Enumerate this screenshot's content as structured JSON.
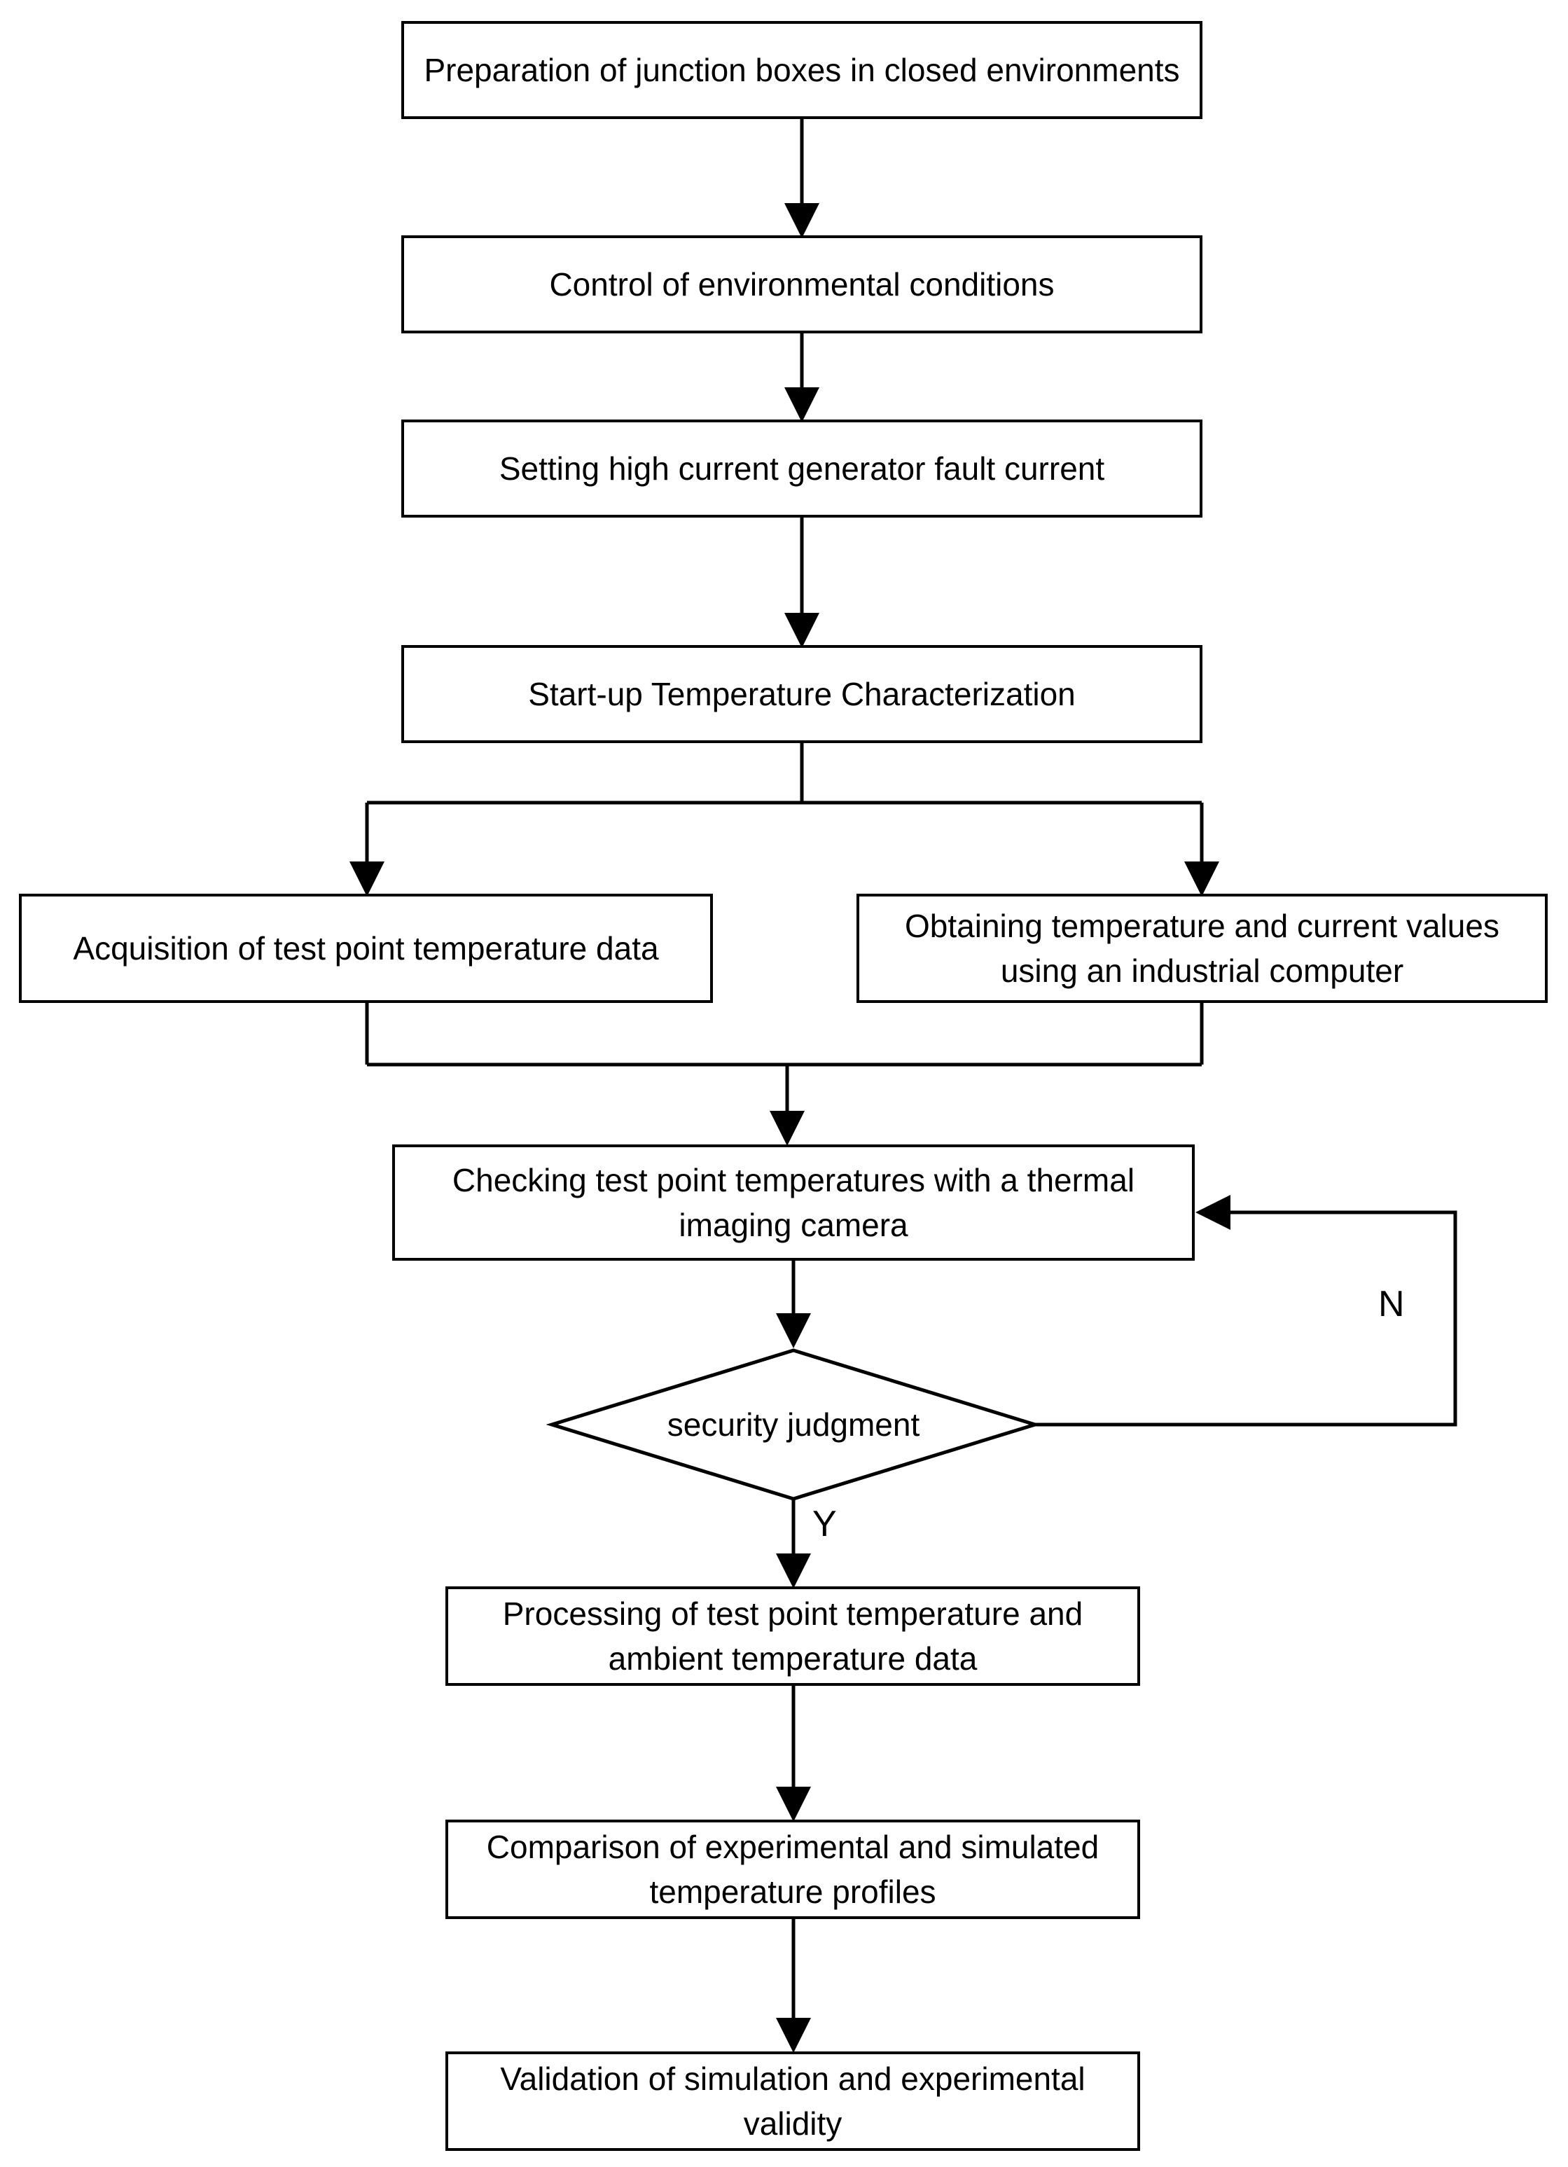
{
  "steps": {
    "prepare": "Preparation of junction boxes in closed environments",
    "control": "Control of environmental conditions",
    "setting": "Setting high current generator fault current",
    "startup": "Start-up Temperature Characterization",
    "acquisition": "Acquisition of test point temperature data",
    "obtaining": "Obtaining temperature and current values using an industrial computer",
    "checking": "Checking test point temperatures with a thermal imaging camera",
    "processing": "Processing of test point temperature and ambient temperature data",
    "comparison": "Comparison of experimental and simulated temperature profiles",
    "validation": "Validation of simulation and experimental validity"
  },
  "decision": {
    "label": "security judgment",
    "yes_label": "Y",
    "no_label": "N"
  }
}
